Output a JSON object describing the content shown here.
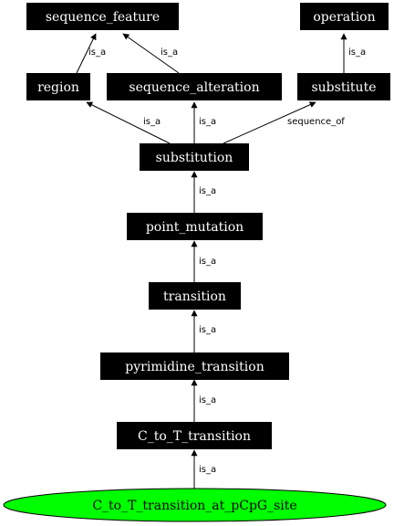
{
  "colors": {
    "node_fill": "#000000",
    "node_text": "#ffffff",
    "root_fill": "#00ff00",
    "root_text": "#000000",
    "edge": "#000000"
  },
  "nodes": {
    "sequence_feature": "sequence_feature",
    "operation": "operation",
    "region": "region",
    "sequence_alteration": "sequence_alteration",
    "substitute": "substitute",
    "substitution": "substitution",
    "point_mutation": "point_mutation",
    "transition": "transition",
    "pyrimidine_transition": "pyrimidine_transition",
    "c_to_t_transition": "C_to_T_transition",
    "c_to_t_transition_at_pcpg_site": "C_to_T_transition_at_pCpG_site"
  },
  "edges": [
    {
      "from": "region",
      "to": "sequence_feature",
      "label": "is_a"
    },
    {
      "from": "sequence_alteration",
      "to": "sequence_feature",
      "label": "is_a"
    },
    {
      "from": "substitute",
      "to": "operation",
      "label": "is_a"
    },
    {
      "from": "substitution",
      "to": "region",
      "label": "is_a"
    },
    {
      "from": "substitution",
      "to": "sequence_alteration",
      "label": "is_a"
    },
    {
      "from": "substitution",
      "to": "substitute",
      "label": "sequence_of"
    },
    {
      "from": "point_mutation",
      "to": "substitution",
      "label": "is_a"
    },
    {
      "from": "transition",
      "to": "point_mutation",
      "label": "is_a"
    },
    {
      "from": "pyrimidine_transition",
      "to": "transition",
      "label": "is_a"
    },
    {
      "from": "c_to_t_transition",
      "to": "pyrimidine_transition",
      "label": "is_a"
    },
    {
      "from": "c_to_t_transition_at_pcpg_site",
      "to": "c_to_t_transition",
      "label": "is_a"
    }
  ]
}
